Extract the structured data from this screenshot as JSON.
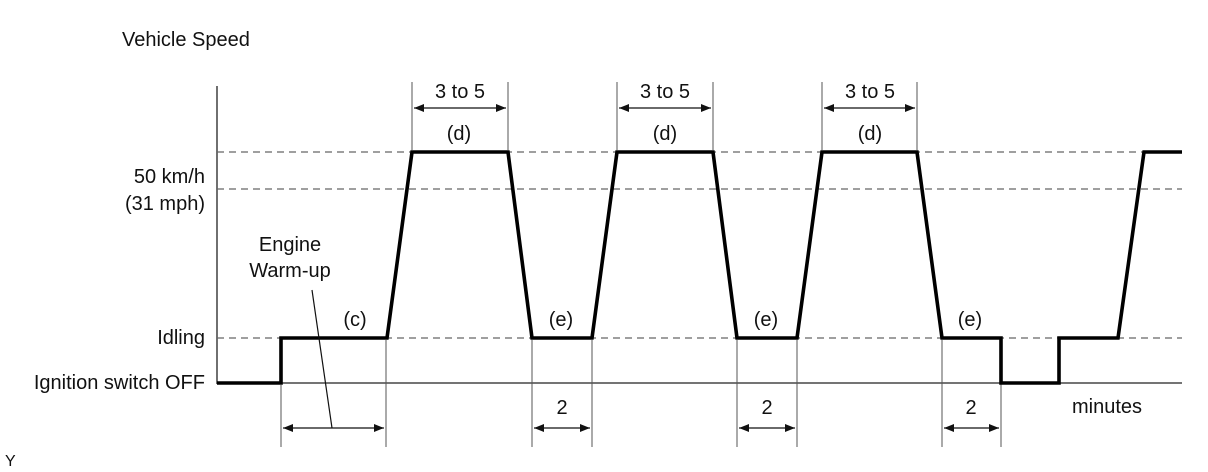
{
  "labels": {
    "y_title": "Vehicle Speed",
    "speed_50_line1": "50 km/h",
    "speed_50_line2": "(31 mph)",
    "idling": "Idling",
    "ignition_off": "Ignition switch OFF",
    "x_unit": "minutes",
    "corner_mark": "Y"
  },
  "annotations": {
    "warmup_line1": "Engine",
    "warmup_line2": "Warm-up",
    "c": "(c)",
    "d": "(d)",
    "e": "(e)",
    "d_duration": "3 to 5",
    "e_duration": "2"
  },
  "colors": {
    "line": "#000000",
    "guide": "#666666",
    "text": "#111111"
  }
}
